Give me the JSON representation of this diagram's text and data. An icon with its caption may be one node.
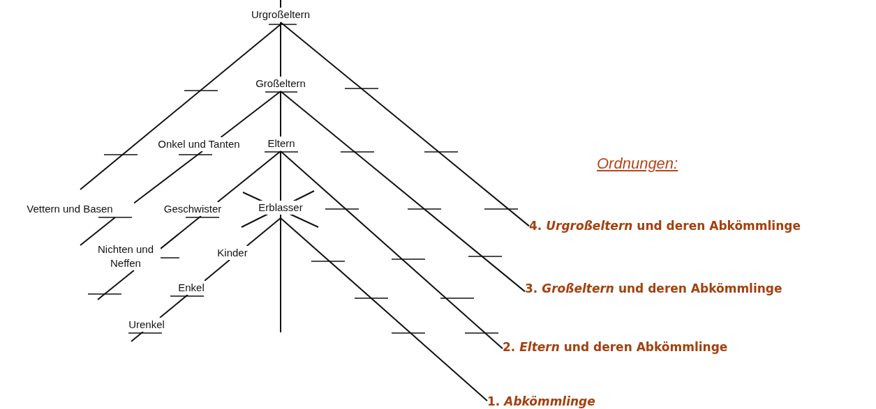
{
  "diagram": {
    "nodes": [
      {
        "text": [
          "Urgroßeltern"
        ]
      },
      {
        "text": [
          "Großeltern"
        ]
      },
      {
        "text": [
          "Onkel und Tanten"
        ]
      },
      {
        "text": [
          "Eltern"
        ]
      },
      {
        "text": [
          "Vettern und Basen"
        ]
      },
      {
        "text": [
          "Geschwister"
        ]
      },
      {
        "text": [
          "Erblasser"
        ]
      },
      {
        "text": [
          "Nichten und Neffen"
        ]
      },
      {
        "text": [
          "Kinder"
        ]
      },
      {
        "text": [
          "Enkel"
        ]
      },
      {
        "text": [
          "Urenkel"
        ]
      },
      {
        "text": [
          "4. *Urgroßeltern* und deren Abkömmlinge"
        ]
      },
      {
        "text": [
          "3. *Großeltern* und deren Abkömmlinge"
        ]
      },
      {
        "text": [
          "2. *Eltern* und deren Abkömmlinge"
        ]
      },
      {
        "text": [
          "1. *Abkömmlinge*"
        ]
      }
    ],
    "edges": [
      {
        "from": 0,
        "to": 1,
        "arrow": "none"
      },
      {
        "from": 1,
        "to": 3,
        "arrow": "none"
      },
      {
        "from": 3,
        "to": 6,
        "arrow": "none"
      },
      {
        "from": 1,
        "to": 2,
        "arrow": "none"
      },
      {
        "from": 2,
        "to": 4,
        "arrow": "none"
      },
      {
        "from": 3,
        "to": 5,
        "arrow": "none"
      },
      {
        "from": 5,
        "to": 7,
        "arrow": "none"
      },
      {
        "from": 6,
        "to": 8,
        "arrow": "none"
      },
      {
        "from": 8,
        "to": 9,
        "arrow": "none"
      },
      {
        "from": 9,
        "to": 10,
        "arrow": "none"
      },
      {
        "from": 0,
        "to": 11,
        "arrow": "none"
      },
      {
        "from": 1,
        "to": 12,
        "arrow": "none"
      },
      {
        "from": 3,
        "to": 13,
        "arrow": "none"
      },
      {
        "from": 6,
        "to": 14,
        "arrow": "none"
      }
    ],
    "labels": [
      "Ordnungen:"
    ]
  }
}
